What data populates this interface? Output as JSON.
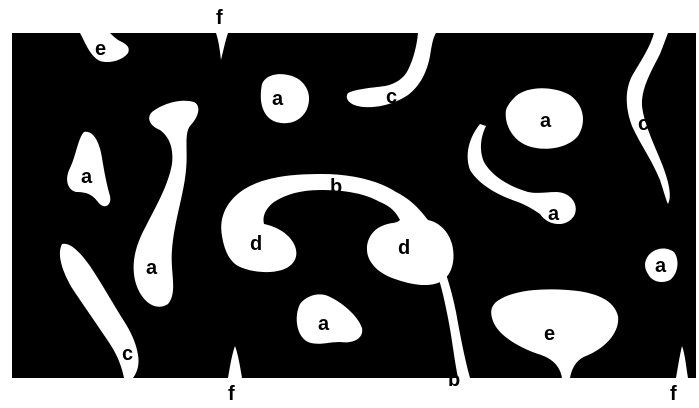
{
  "colors": {
    "solid": "#000000",
    "pore": "#ffffff"
  },
  "labels": {
    "a1": "a",
    "a2": "a",
    "a3": "a",
    "a4": "a",
    "a5": "a",
    "a6": "a",
    "a7": "a",
    "b1": "b",
    "b2": "b",
    "c1": "c",
    "c2": "c",
    "c3": "c",
    "d1": "d",
    "d2": "d",
    "e1": "e",
    "e2": "e",
    "f1": "f",
    "f2": "f",
    "f3": "f"
  }
}
